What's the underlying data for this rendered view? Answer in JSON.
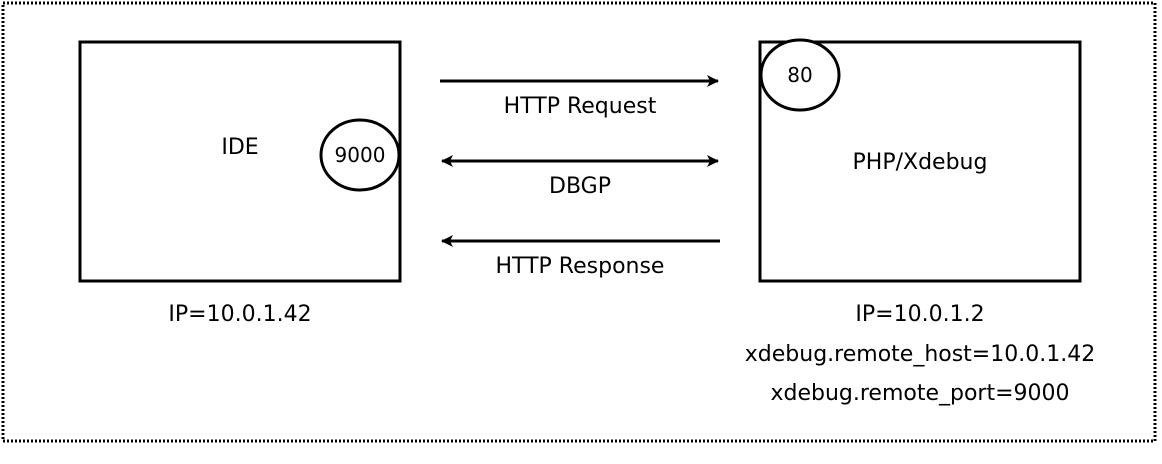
{
  "nodes": {
    "ide": {
      "label": "IDE",
      "port": "9000",
      "ip": "IP=10.0.1.42"
    },
    "server": {
      "label": "PHP/Xdebug",
      "port": "80",
      "ip": "IP=10.0.1.2",
      "config": [
        "xdebug.remote_host=10.0.1.42",
        "xdebug.remote_port=9000"
      ]
    }
  },
  "edges": {
    "request": "HTTP Request",
    "dbgp": "DBGP",
    "response": "HTTP Response"
  },
  "colors": {
    "stroke": "#000000",
    "background": "#ffffff"
  }
}
